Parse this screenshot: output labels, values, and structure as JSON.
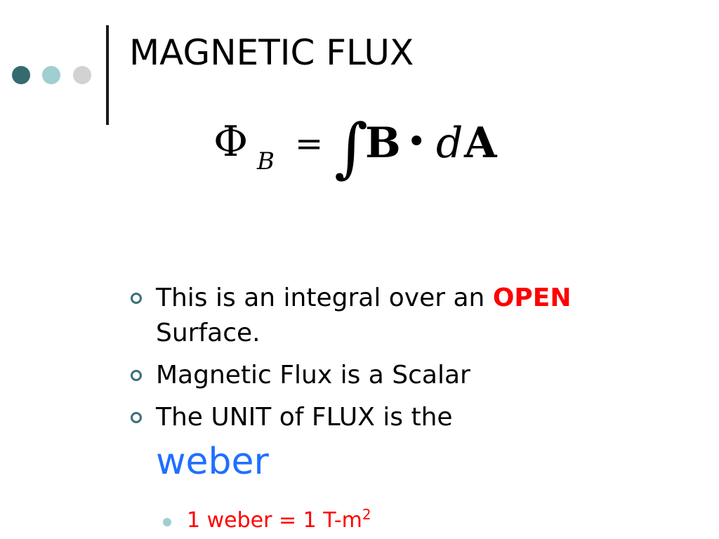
{
  "slide": {
    "title": "MAGNETIC FLUX",
    "equation": {
      "phi": "Φ",
      "subscript": "B",
      "equals": "=",
      "integral": "∫",
      "b": "B",
      "dot": "•",
      "d": "d",
      "a": "A"
    },
    "bullets": [
      {
        "text": "This is an integral over an ",
        "emphasis": "OPEN",
        "text_after": "Surface."
      },
      {
        "text": "Magnetic Flux is a Scalar"
      },
      {
        "text": "The UNIT of FLUX is the",
        "emphasis": "weber"
      }
    ],
    "sub_bullet": {
      "text": "1 weber = 1 T-m",
      "superscript": "2"
    }
  },
  "colors": {
    "dot_dark": "#356a70",
    "dot_mid": "#9fcfd0",
    "dot_light": "#d2d2d2",
    "bar": "#1a1a1a",
    "ring": "#3d6f78",
    "red": "#ff0000",
    "blue": "#1f6fff",
    "sub_dot": "#9fcfd0"
  }
}
